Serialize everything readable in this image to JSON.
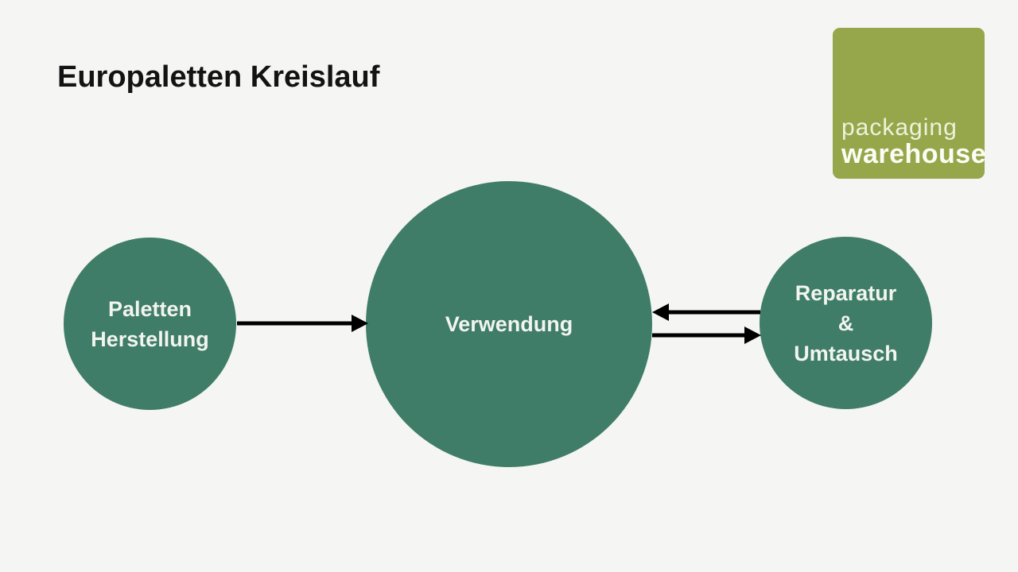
{
  "slide": {
    "title": "Europaletten Kreislauf",
    "background_color": "#f5f5f3"
  },
  "logo": {
    "line1": "packaging",
    "line2": "warehouse",
    "background_color": "#96a74b",
    "text_color": "#fdfdf6"
  },
  "diagram": {
    "node_fill_color": "#3f7d68",
    "node_text_color": "#f2f4ef",
    "arrow_color": "#000000",
    "nodes": [
      {
        "id": "paletten-herstellung",
        "lines": [
          "Paletten",
          "Herstellung"
        ]
      },
      {
        "id": "verwendung",
        "lines": [
          "Verwendung"
        ]
      },
      {
        "id": "reparatur-umtausch",
        "lines": [
          "Reparatur",
          "&",
          "Umtausch"
        ]
      }
    ],
    "arrows": [
      {
        "from": "paletten-herstellung",
        "to": "verwendung",
        "direction": "right"
      },
      {
        "from": "reparatur-umtausch",
        "to": "verwendung",
        "direction": "left"
      },
      {
        "from": "verwendung",
        "to": "reparatur-umtausch",
        "direction": "right"
      }
    ]
  }
}
